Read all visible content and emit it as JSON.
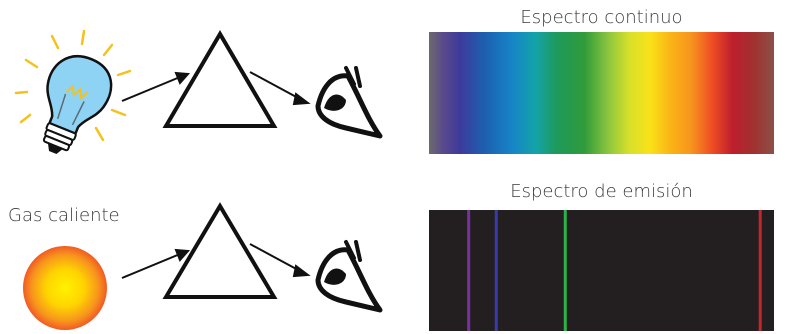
{
  "labels": {
    "continuous_spectrum_title": "Espectro continuo",
    "emission_spectrum_title": "Espectro de emisión",
    "hot_gas_label": "Gas caliente"
  },
  "colors": {
    "background": "#ffffff",
    "ink": "#111111",
    "emission_background": "#231f20",
    "bulb_glass": "#8fd3f4",
    "bulb_rays": "#f4c21a",
    "gas_core": "#fff200",
    "gas_edge": "#f15a24"
  },
  "continuous_spectrum": {
    "stops": [
      {
        "offset": 0.0,
        "color": "#6b6b6b"
      },
      {
        "offset": 0.04,
        "color": "#5a4a8c"
      },
      {
        "offset": 0.09,
        "color": "#3d3a9a"
      },
      {
        "offset": 0.16,
        "color": "#1d5fb0"
      },
      {
        "offset": 0.24,
        "color": "#1684c6"
      },
      {
        "offset": 0.31,
        "color": "#13a3a8"
      },
      {
        "offset": 0.37,
        "color": "#1e9a5c"
      },
      {
        "offset": 0.45,
        "color": "#2f9b3a"
      },
      {
        "offset": 0.52,
        "color": "#8cc63f"
      },
      {
        "offset": 0.58,
        "color": "#d7e02a"
      },
      {
        "offset": 0.64,
        "color": "#f9e219"
      },
      {
        "offset": 0.7,
        "color": "#fbb416"
      },
      {
        "offset": 0.76,
        "color": "#f7941d"
      },
      {
        "offset": 0.82,
        "color": "#ef4e23"
      },
      {
        "offset": 0.88,
        "color": "#be1e2d"
      },
      {
        "offset": 0.94,
        "color": "#a0312f"
      },
      {
        "offset": 1.0,
        "color": "#8c5148"
      }
    ]
  },
  "emission_lines": [
    {
      "name": "violet-line",
      "position": 0.115,
      "color": "#7b2fa3"
    },
    {
      "name": "blue-line",
      "position": 0.195,
      "color": "#3a3ab0"
    },
    {
      "name": "green-line",
      "position": 0.395,
      "color": "#2bb34a"
    },
    {
      "name": "red-line",
      "position": 0.96,
      "color": "#c1272d"
    }
  ],
  "icons": {
    "light_source": "light-bulb-icon",
    "gas_source": "hot-gas-sphere-icon",
    "prism": "prism-icon",
    "observer": "eye-icon"
  }
}
